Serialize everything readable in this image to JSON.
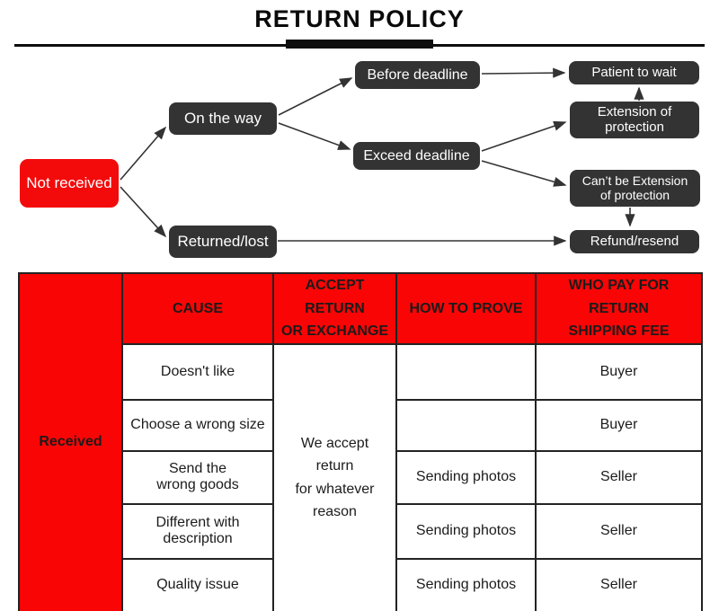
{
  "title": "RETURN POLICY",
  "flowchart": {
    "nodes": {
      "not_received": "Not received",
      "on_the_way": "On the way",
      "returned_lost": "Returned/lost",
      "before_deadline": "Before deadline",
      "exceed_deadline": "Exceed deadline",
      "patient_to_wait": "Patient to wait",
      "extension": "Extension of\nprotection",
      "cant_extension": "Can’t be Extension\nof protection",
      "refund_resend": "Refund/resend"
    },
    "edges": [
      {
        "from": "not_received",
        "to": "on_the_way"
      },
      {
        "from": "not_received",
        "to": "returned_lost"
      },
      {
        "from": "on_the_way",
        "to": "before_deadline"
      },
      {
        "from": "on_the_way",
        "to": "exceed_deadline"
      },
      {
        "from": "before_deadline",
        "to": "patient_to_wait"
      },
      {
        "from": "extension",
        "to": "patient_to_wait"
      },
      {
        "from": "exceed_deadline",
        "to": "extension"
      },
      {
        "from": "exceed_deadline",
        "to": "cant_extension"
      },
      {
        "from": "cant_extension",
        "to": "refund_resend"
      },
      {
        "from": "returned_lost",
        "to": "refund_resend"
      }
    ]
  },
  "table": {
    "row_header": "Received",
    "headers": {
      "cause": "CAUSE",
      "accept": "ACCEPT RETURN\nOR EXCHANGE",
      "prove": "HOW TO PROVE",
      "who_pays": "WHO PAY FOR RETURN\nSHIPPING FEE"
    },
    "merged_policy": "We accept\nreturn\nfor whatever\nreason",
    "rows": [
      {
        "cause": "Doesn't like",
        "prove": "",
        "who_pays": "Buyer"
      },
      {
        "cause": "Choose a wrong size",
        "prove": "",
        "who_pays": "Buyer"
      },
      {
        "cause": "Send the\nwrong goods",
        "prove": "Sending photos",
        "who_pays": "Seller"
      },
      {
        "cause": "Different with\ndescription",
        "prove": "Sending photos",
        "who_pays": "Seller"
      },
      {
        "cause": "Quality issue",
        "prove": "Sending photos",
        "who_pays": "Seller"
      }
    ]
  },
  "colors": {
    "accent_red": "#f30b0c",
    "node_dark": "#333333",
    "table_border": "#232323",
    "text_on_dark": "#ffffff"
  }
}
